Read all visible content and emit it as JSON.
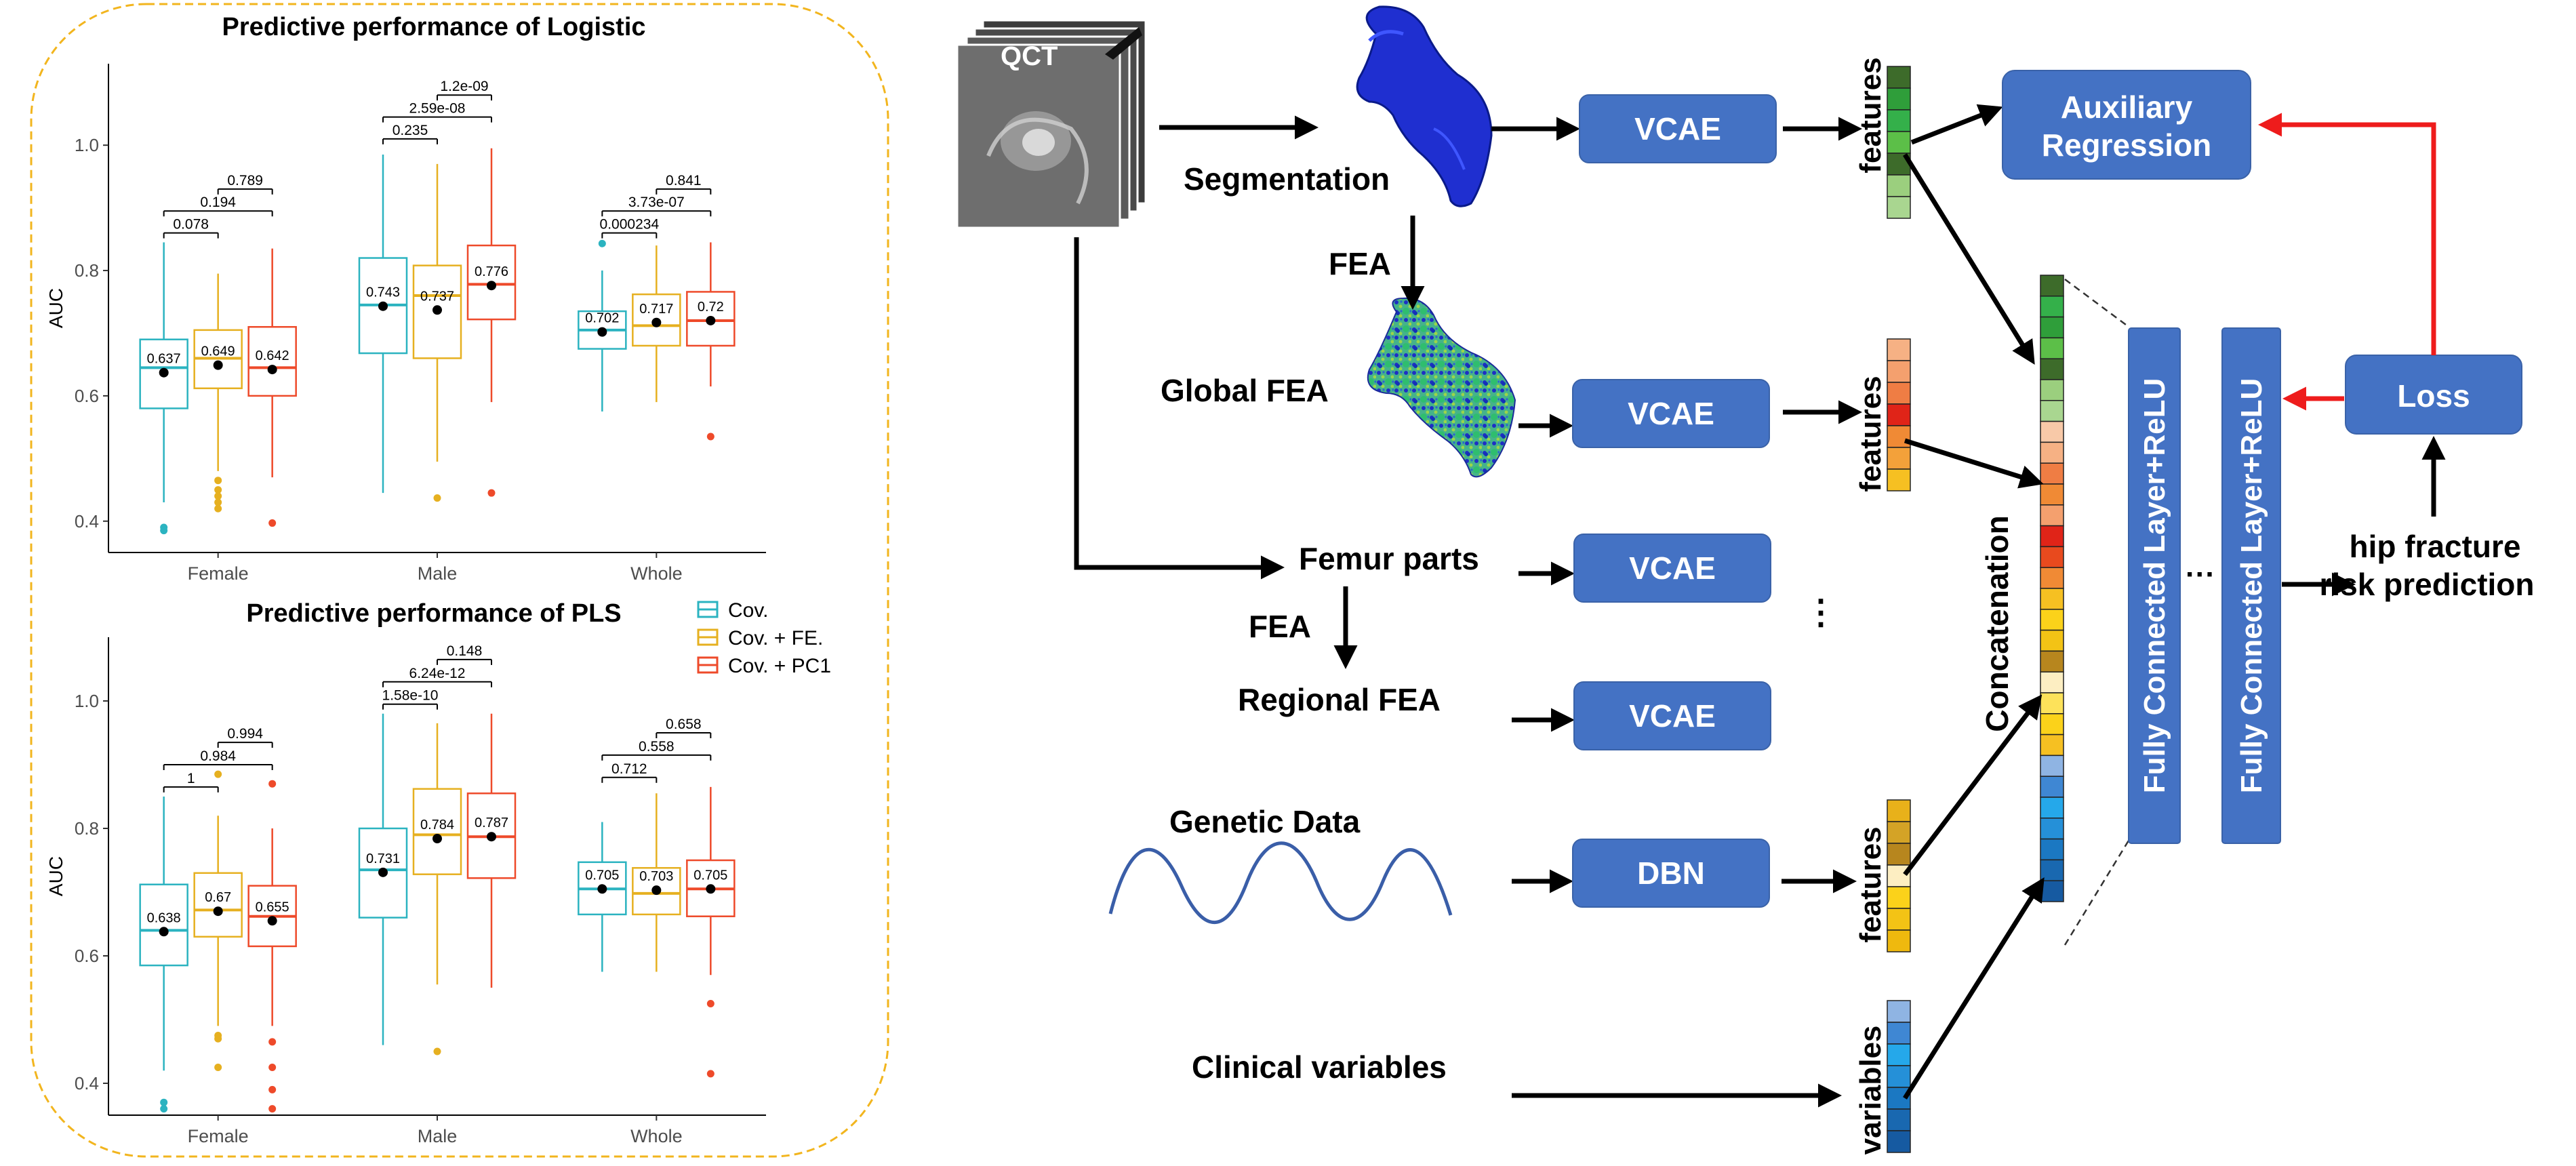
{
  "chart_data": [
    {
      "type": "box",
      "title": "Predictive performance of Logistic",
      "ylabel": "AUC",
      "xlabel": "",
      "ylim": [
        0.35,
        1.13
      ],
      "yticks": [
        0.4,
        0.6,
        0.8,
        1.0
      ],
      "ytick_labels": [
        "0.4",
        "0.6",
        "0.8",
        "1.0"
      ],
      "categories": [
        "Female",
        "Male",
        "Whole"
      ],
      "groups": [
        {
          "category": "Female",
          "boxes": [
            {
              "series": "Cov.",
              "min": 0.43,
              "q1": 0.58,
              "median": 0.645,
              "q3": 0.69,
              "max": 0.845,
              "mean": 0.637,
              "label": "0.637",
              "outliers": [
                0.385,
                0.39
              ]
            },
            {
              "series": "Cov. + FE.",
              "min": 0.48,
              "q1": 0.612,
              "median": 0.66,
              "q3": 0.705,
              "max": 0.795,
              "mean": 0.649,
              "label": "0.649",
              "outliers": [
                0.42,
                0.43,
                0.44,
                0.45,
                0.465
              ]
            },
            {
              "series": "Cov. + PC1",
              "min": 0.47,
              "q1": 0.6,
              "median": 0.645,
              "q3": 0.71,
              "max": 0.835,
              "mean": 0.642,
              "label": "0.642",
              "outliers": [
                0.397
              ]
            }
          ],
          "pvalues": [
            {
              "from": 0,
              "to": 1,
              "label": "0.078"
            },
            {
              "from": 0,
              "to": 2,
              "label": "0.194"
            },
            {
              "from": 1,
              "to": 2,
              "label": "0.789"
            }
          ]
        },
        {
          "category": "Male",
          "boxes": [
            {
              "series": "Cov.",
              "min": 0.445,
              "q1": 0.668,
              "median": 0.745,
              "q3": 0.82,
              "max": 0.985,
              "mean": 0.743,
              "label": "0.743",
              "outliers": []
            },
            {
              "series": "Cov. + FE.",
              "min": 0.495,
              "q1": 0.66,
              "median": 0.76,
              "q3": 0.808,
              "max": 0.97,
              "mean": 0.737,
              "label": "0.737",
              "outliers": [
                0.437
              ]
            },
            {
              "series": "Cov. + PC1",
              "min": 0.59,
              "q1": 0.722,
              "median": 0.778,
              "q3": 0.84,
              "max": 0.995,
              "mean": 0.776,
              "label": "0.776",
              "outliers": [
                0.445
              ]
            }
          ],
          "pvalues": [
            {
              "from": 0,
              "to": 1,
              "label": "0.235"
            },
            {
              "from": 0,
              "to": 2,
              "label": "2.59e-08"
            },
            {
              "from": 1,
              "to": 2,
              "label": "1.2e-09"
            }
          ]
        },
        {
          "category": "Whole",
          "boxes": [
            {
              "series": "Cov.",
              "min": 0.575,
              "q1": 0.675,
              "median": 0.705,
              "q3": 0.735,
              "max": 0.8,
              "mean": 0.702,
              "label": "0.702",
              "outliers": [
                0.843
              ]
            },
            {
              "series": "Cov. + FE.",
              "min": 0.59,
              "q1": 0.68,
              "median": 0.712,
              "q3": 0.762,
              "max": 0.84,
              "mean": 0.717,
              "label": "0.717",
              "outliers": []
            },
            {
              "series": "Cov. + PC1",
              "min": 0.615,
              "q1": 0.68,
              "median": 0.72,
              "q3": 0.766,
              "max": 0.845,
              "mean": 0.72,
              "label": "0.72",
              "outliers": [
                0.535
              ]
            }
          ],
          "pvalues": [
            {
              "from": 0,
              "to": 1,
              "label": "0.000234"
            },
            {
              "from": 0,
              "to": 2,
              "label": "3.73e-07"
            },
            {
              "from": 1,
              "to": 2,
              "label": "0.841"
            }
          ]
        }
      ]
    },
    {
      "type": "box",
      "title": "Predictive performance of PLS",
      "ylabel": "AUC",
      "xlabel": "",
      "ylim": [
        0.35,
        1.1
      ],
      "yticks": [
        0.4,
        0.6,
        0.8,
        1.0
      ],
      "ytick_labels": [
        "0.4",
        "0.6",
        "0.8",
        "1.0"
      ],
      "categories": [
        "Female",
        "Male",
        "Whole"
      ],
      "groups": [
        {
          "category": "Female",
          "boxes": [
            {
              "series": "Cov.",
              "min": 0.42,
              "q1": 0.585,
              "median": 0.64,
              "q3": 0.712,
              "max": 0.85,
              "mean": 0.638,
              "label": "0.638",
              "outliers": [
                0.36,
                0.37
              ]
            },
            {
              "series": "Cov. + FE.",
              "min": 0.49,
              "q1": 0.63,
              "median": 0.672,
              "q3": 0.73,
              "max": 0.82,
              "mean": 0.67,
              "label": "0.67",
              "outliers": [
                0.425,
                0.47,
                0.475,
                0.885
              ]
            },
            {
              "series": "Cov. + PC1",
              "min": 0.49,
              "q1": 0.615,
              "median": 0.662,
              "q3": 0.71,
              "max": 0.8,
              "mean": 0.655,
              "label": "0.655",
              "outliers": [
                0.36,
                0.39,
                0.425,
                0.465,
                0.87
              ]
            }
          ],
          "pvalues": [
            {
              "from": 0,
              "to": 1,
              "label": "1"
            },
            {
              "from": 0,
              "to": 2,
              "label": "0.984"
            },
            {
              "from": 1,
              "to": 2,
              "label": "0.994"
            }
          ]
        },
        {
          "category": "Male",
          "boxes": [
            {
              "series": "Cov.",
              "min": 0.46,
              "q1": 0.66,
              "median": 0.735,
              "q3": 0.8,
              "max": 0.98,
              "mean": 0.731,
              "label": "0.731",
              "outliers": []
            },
            {
              "series": "Cov. + FE.",
              "min": 0.555,
              "q1": 0.728,
              "median": 0.79,
              "q3": 0.862,
              "max": 0.965,
              "mean": 0.784,
              "label": "0.784",
              "outliers": [
                0.45
              ]
            },
            {
              "series": "Cov. + PC1",
              "min": 0.55,
              "q1": 0.722,
              "median": 0.787,
              "q3": 0.855,
              "max": 0.98,
              "mean": 0.787,
              "label": "0.787",
              "outliers": []
            }
          ],
          "pvalues": [
            {
              "from": 0,
              "to": 1,
              "label": "1.58e-10"
            },
            {
              "from": 0,
              "to": 2,
              "label": "6.24e-12"
            },
            {
              "from": 1,
              "to": 2,
              "label": "0.148"
            }
          ]
        },
        {
          "category": "Whole",
          "boxes": [
            {
              "series": "Cov.",
              "min": 0.575,
              "q1": 0.665,
              "median": 0.705,
              "q3": 0.747,
              "max": 0.81,
              "mean": 0.705,
              "label": "0.705",
              "outliers": []
            },
            {
              "series": "Cov. + FE.",
              "min": 0.575,
              "q1": 0.665,
              "median": 0.698,
              "q3": 0.738,
              "max": 0.855,
              "mean": 0.703,
              "label": "0.703",
              "outliers": []
            },
            {
              "series": "Cov. + PC1",
              "min": 0.57,
              "q1": 0.662,
              "median": 0.705,
              "q3": 0.75,
              "max": 0.865,
              "mean": 0.705,
              "label": "0.705",
              "outliers": [
                0.415,
                0.525
              ]
            }
          ],
          "pvalues": [
            {
              "from": 0,
              "to": 1,
              "label": "0.712"
            },
            {
              "from": 0,
              "to": 2,
              "label": "0.558"
            },
            {
              "from": 1,
              "to": 2,
              "label": "0.658"
            }
          ]
        }
      ]
    }
  ],
  "legend": {
    "items": [
      {
        "label": "Cov.",
        "color": "#2bb3c0"
      },
      {
        "label": "Cov. + FE.",
        "color": "#e6b020"
      },
      {
        "label": "Cov. + PC1",
        "color": "#ee4a2a"
      }
    ]
  },
  "panel_border_color": "#f2b51e",
  "diagram": {
    "qct_label": "QCT",
    "segmentation_label": "Segmentation",
    "fea_label_1": "FEA",
    "global_fea_label": "Global FEA",
    "femur_parts_label": "Femur parts",
    "fea_label_2": "FEA",
    "regional_fea_label": "Regional FEA",
    "genetic_data_label": "Genetic Data",
    "clinical_variables_label": "Clinical variables",
    "vcae_1": "VCAE",
    "vcae_2": "VCAE",
    "vcae_3": "VCAE",
    "vcae_4": "VCAE",
    "dbn": "DBN",
    "auxiliary_regression": [
      "Auxiliary",
      "Regression"
    ],
    "loss": "Loss",
    "features_1": "features",
    "features_2": "features",
    "features_3": "features",
    "variables": "variables",
    "concatenation": "Concatenation",
    "fc_layer_1": "Fully Connected Layer+ReLU",
    "fc_layer_2": "Fully Connected Layer+ReLU",
    "ellipsis_vertical": "⋮",
    "ellipsis_horizontal": "···",
    "prediction": [
      "hip fracture",
      "risk prediction"
    ],
    "node_color": "#4472c4",
    "feedback_color": "#ee1c1c",
    "features_1_colors": [
      "#3d6b2a",
      "#2f9e3a",
      "#34b04a",
      "#5cbf48",
      "#3d6b2a",
      "#9bcf7e",
      "#a9d690"
    ],
    "features_2_colors": [
      "#f6b184",
      "#f4a06e",
      "#ef7d44",
      "#e02418",
      "#f08a35",
      "#f3a13a",
      "#f6c022"
    ],
    "features_3_colors": [
      "#e8b11a",
      "#d4a326",
      "#b7861e",
      "#fdeec2",
      "#fbd21a",
      "#f3c315",
      "#efb90e"
    ],
    "variables_colors": [
      "#8fb4e3",
      "#3f87d3",
      "#25a8ea",
      "#2590d8",
      "#1b78c2",
      "#1968b0",
      "#165aa1"
    ],
    "concat_colors": [
      "#3d6b2a",
      "#34b04a",
      "#2f9e3a",
      "#5cbf48",
      "#3d6b2a",
      "#9bcf7e",
      "#a9d690",
      "#f8c9a8",
      "#f6b184",
      "#ef7d44",
      "#f08a35",
      "#f4a06e",
      "#e02418",
      "#e84a1e",
      "#f08a35",
      "#f6c022",
      "#fbd21a",
      "#f3c315",
      "#b7861e",
      "#fdeec2",
      "#fde25a",
      "#fbd21a",
      "#f6c022",
      "#8fb4e3",
      "#3f87d3",
      "#25a8ea",
      "#2590d8",
      "#1b78c2",
      "#1968b0",
      "#165aa1"
    ]
  }
}
